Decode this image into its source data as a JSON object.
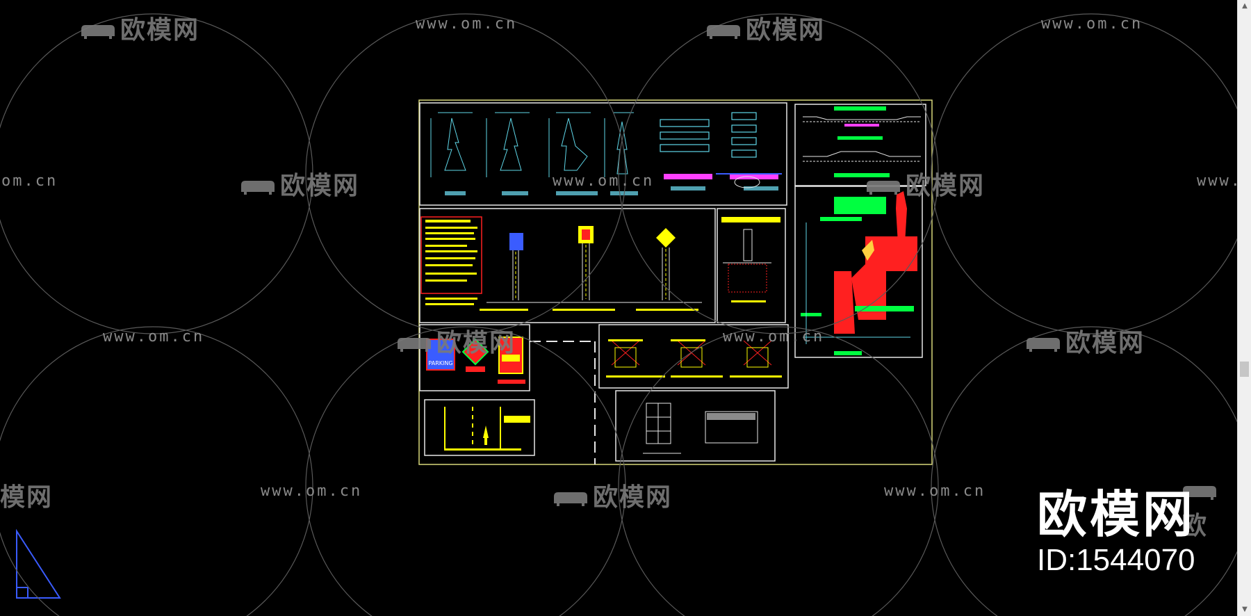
{
  "watermark": {
    "logo_text": "欧模网",
    "url_text": "www.om.cn",
    "url_fragment_left": "om.cn",
    "url_fragment_right": "www.",
    "logo_fragment_left": "模网",
    "logo_fragment_right": "欧"
  },
  "brand": {
    "title": "欧模网",
    "id_label": "ID:1544070"
  },
  "scrollbar": {
    "up_arrow": "▲",
    "down_arrow": "▼"
  },
  "colors": {
    "frame": "#d8d87a",
    "panel_border": "#e8e8e8",
    "cyan": "#5fd7e8",
    "yellow": "#ffff00",
    "green": "#00ff40",
    "red": "#ff2020",
    "magenta": "#ff40ff",
    "blue": "#3a5cff",
    "watermark": "#7a7a7a"
  },
  "drawing": {
    "parking_label": "PARKING"
  }
}
